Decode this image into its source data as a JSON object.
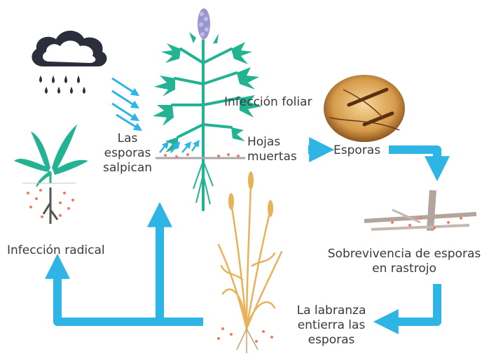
{
  "labels": {
    "leaf_infection": "Infección foliar",
    "splash_1": "Las",
    "splash_2": "esporas",
    "splash_3": "salpican",
    "dead_1": "Hojas",
    "dead_2": "muertas",
    "spores": "Esporas",
    "survival_1": "Sobrevivencia de esporas",
    "survival_2": "en rastrojo",
    "tillage_1": "La labranza",
    "tillage_2": "entierra las",
    "tillage_3": "esporas",
    "root_infection": "Infección radical"
  },
  "colors": {
    "arrow": "#2fb4e6",
    "plant_green": "#23b393",
    "dry_plant": "#e7b25a",
    "spore_dots": "#ef7b5e",
    "cloud": "#2c2f3b",
    "stubble": "#b3a49d"
  },
  "icons": [
    "rain-cloud-icon",
    "spore-micrograph-icon"
  ]
}
